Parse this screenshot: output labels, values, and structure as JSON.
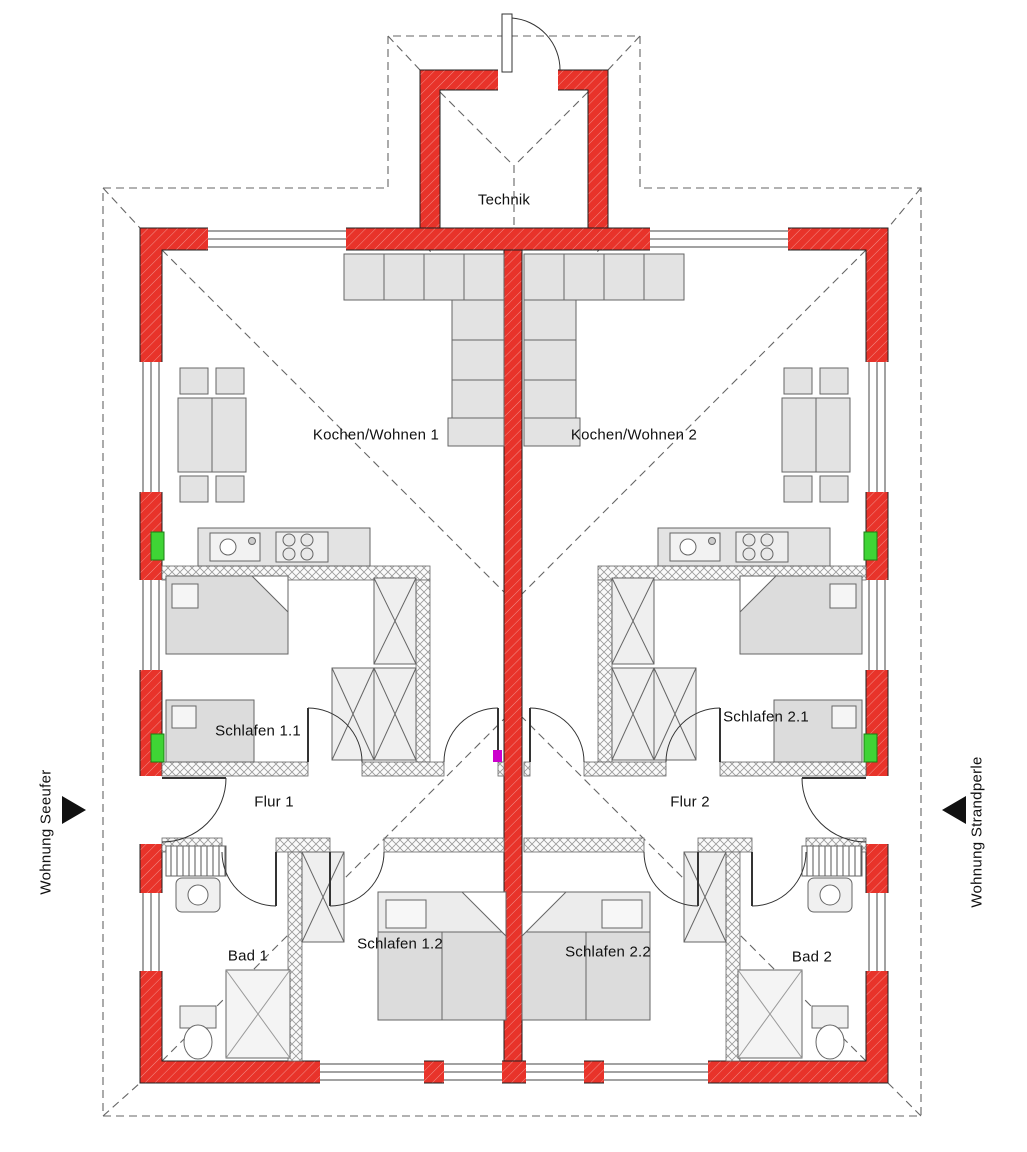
{
  "drawing": {
    "type": "floor-plan",
    "rooms": {
      "technik": {
        "label": "Technik"
      },
      "kochen_wohnen_1": {
        "label": "Kochen/Wohnen 1"
      },
      "kochen_wohnen_2": {
        "label": "Kochen/Wohnen 2"
      },
      "schlafen_1_1": {
        "label": "Schlafen 1.1"
      },
      "schlafen_2_1": {
        "label": "Schlafen 2.1"
      },
      "flur_1": {
        "label": "Flur 1"
      },
      "flur_2": {
        "label": "Flur 2"
      },
      "bad_1": {
        "label": "Bad 1"
      },
      "bad_2": {
        "label": "Bad 2"
      },
      "schlafen_1_2": {
        "label": "Schlafen 1.2"
      },
      "schlafen_2_2": {
        "label": "Schlafen 2.2"
      }
    },
    "apartments": {
      "left": {
        "label": "Wohnung Seeufer"
      },
      "right": {
        "label": "Wohnung Strandperle"
      }
    },
    "colors": {
      "wall_red": "#e8332a",
      "wall_outline": "#222222",
      "interior_wall_hatch": "#9a9a9a",
      "furniture_fill": "#e3e3e3",
      "furniture_stroke": "#666666",
      "marker_green": "#3fd435",
      "marker_magenta": "#cc00cc",
      "dashed_line": "#666666",
      "arrow_black": "#111111",
      "background": "#ffffff"
    }
  }
}
